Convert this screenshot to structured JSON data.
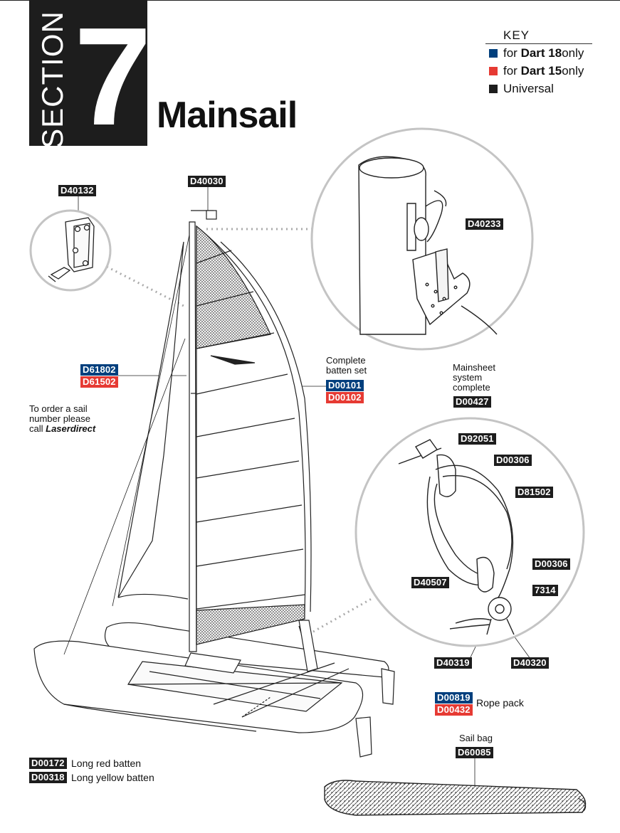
{
  "section": {
    "word": "SECTION",
    "number": "7",
    "title": "Mainsail"
  },
  "key": {
    "title": "KEY",
    "rows": [
      {
        "prefix": "for ",
        "bold": "Dart 18",
        "suffix": " only",
        "color": "#003f7d"
      },
      {
        "prefix": "for ",
        "bold": "Dart 15",
        "suffix": " only",
        "color": "#e63a33"
      },
      {
        "prefix": "",
        "bold": "",
        "suffix": "Universal",
        "color": "#1d1d1d"
      }
    ]
  },
  "parts": {
    "d40132": "D40132",
    "d40030": "D40030",
    "d40233": "D40233",
    "d61802": "D61802",
    "d61502": "D61502",
    "d00101": "D00101",
    "d00102": "D00102",
    "d00427": "D00427",
    "d92051": "D92051",
    "d00306a": "D00306",
    "d81502": "D81502",
    "d00306b": "D00306",
    "d40507": "D40507",
    "p7314": "7314",
    "d40319": "D40319",
    "d40320": "D40320",
    "d00819": "D00819",
    "d00432": "D00432",
    "d60085": "D60085",
    "d00172": "D00172",
    "d00318": "D00318"
  },
  "labels": {
    "complete_batten_1": "Complete",
    "complete_batten_2": "batten set",
    "mainsheet_1": "Mainsheet",
    "mainsheet_2": "system",
    "mainsheet_3": "complete",
    "order_1": "To order a sail",
    "order_2": "number please",
    "order_3": "call ",
    "order_brand": "Laserdirect",
    "rope_pack": "Rope pack",
    "sail_bag": "Sail bag",
    "long_red": "Long red batten",
    "long_yellow": "Long yellow batten"
  }
}
